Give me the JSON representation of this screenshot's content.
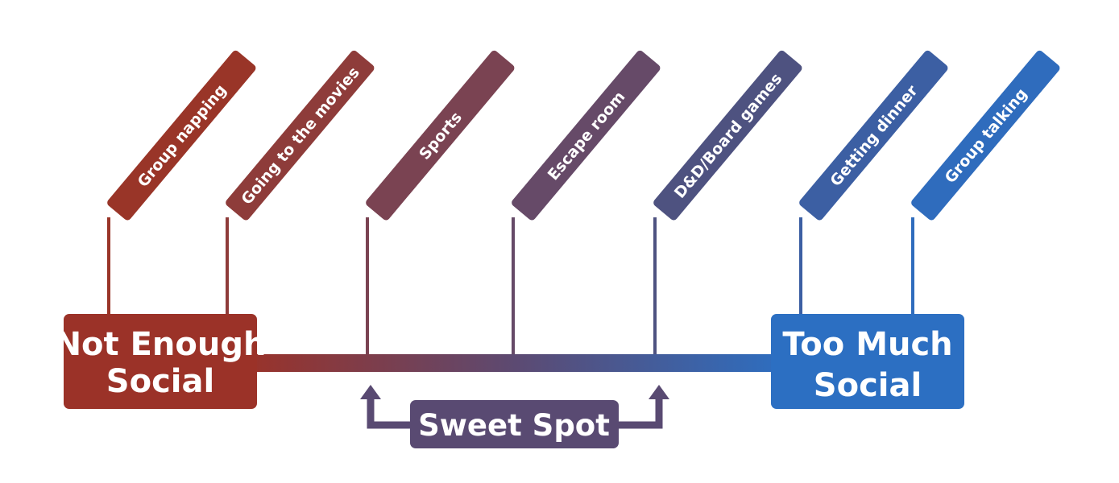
{
  "left_end": {
    "line1": "Not Enough",
    "line2": "Social",
    "color": "#9b3228"
  },
  "right_end": {
    "line1": "Too Much",
    "line2": "Social",
    "color": "#2c6fc2"
  },
  "sweet_spot": {
    "label": "Sweet Spot",
    "color": "#594a72"
  },
  "activities": [
    {
      "label": "Group napping",
      "color": "#993528"
    },
    {
      "label": "Going to the movies",
      "color": "#8e3c3a"
    },
    {
      "label": "Sports",
      "color": "#7a4352"
    },
    {
      "label": "Escape room",
      "color": "#664a68"
    },
    {
      "label": "D&D/Board games",
      "color": "#4e5280"
    },
    {
      "label": "Getting dinner",
      "color": "#3c5fa3"
    },
    {
      "label": "Group talking",
      "color": "#2f6cbd"
    }
  ]
}
